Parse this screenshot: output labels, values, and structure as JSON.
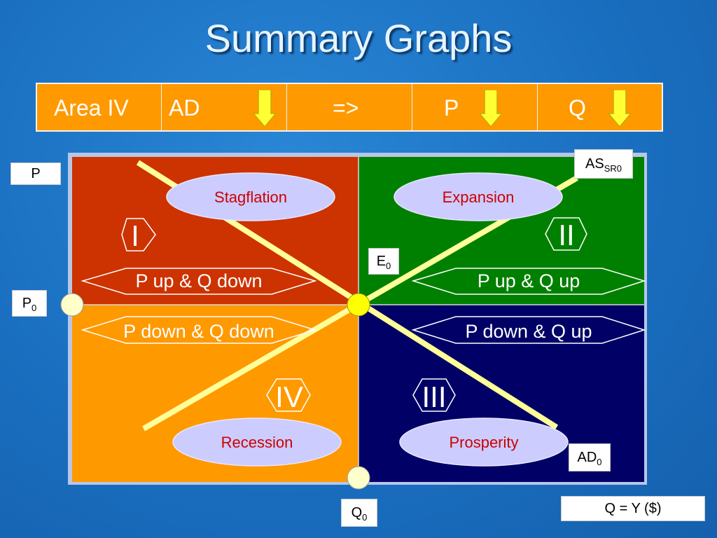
{
  "slide": {
    "title": "Summary Graphs"
  },
  "summary_row": {
    "area": "Area IV",
    "ad": "AD",
    "implies": "=>",
    "p": "P",
    "q": "Q",
    "arrow_direction": "down"
  },
  "labels": {
    "p_axis": "P",
    "p0_main": "P",
    "p0_sub": "0",
    "q0_main": "Q",
    "q0_sub": "0",
    "e0_main": "E",
    "e0_sub": "0",
    "as_main": "AS",
    "as_sub": "SR0",
    "ad_main": "AD",
    "ad_sub": "0",
    "q_axis": "Q = Y ($)"
  },
  "quadrants": {
    "q1": {
      "numeral": "I",
      "phase": "Stagflation",
      "effect": "P up & Q down",
      "color": "#cc3300"
    },
    "q2": {
      "numeral": "II",
      "phase": "Expansion",
      "effect": "P up & Q up",
      "color": "#008000"
    },
    "q3": {
      "numeral": "III",
      "phase": "Prosperity",
      "effect": "P down & Q up",
      "color": "#000066"
    },
    "q4": {
      "numeral": "IV",
      "phase": "Recession",
      "effect": "P down & Q down",
      "color": "#ff9900"
    }
  },
  "colors": {
    "curve": "#ffff99",
    "point": "#ffff00",
    "axis_dot": "#ffffcc",
    "ellipse_fill": "#ccccff",
    "phase_text": "#cc0000",
    "arrow_fill": "#ffff33"
  }
}
